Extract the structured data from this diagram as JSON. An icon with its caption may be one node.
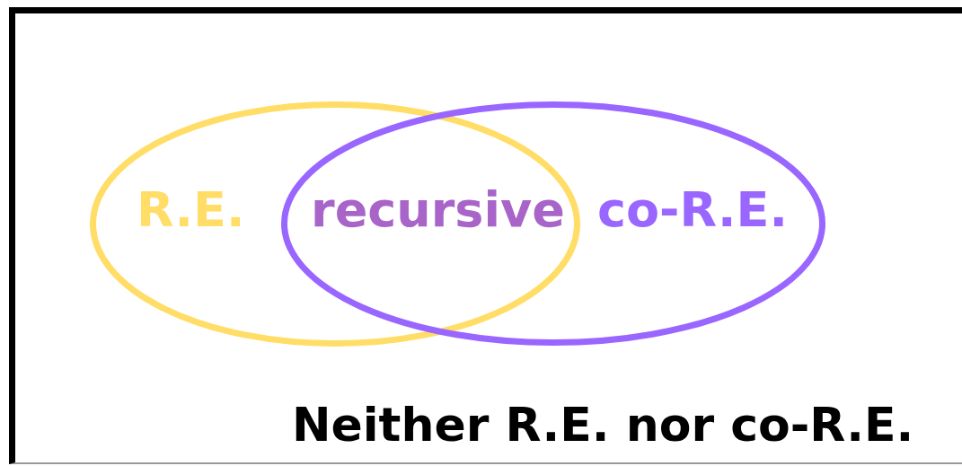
{
  "diagram": {
    "nodes": [
      {
        "text": [
          "Neither R.E. nor co-R.E."
        ]
      },
      {
        "text": [
          "R.E."
        ],
        "in": 0
      },
      {
        "text": [
          "co-R.E."
        ],
        "in": 0
      }
    ],
    "edges": [],
    "labels": [
      "recursive"
    ]
  }
}
